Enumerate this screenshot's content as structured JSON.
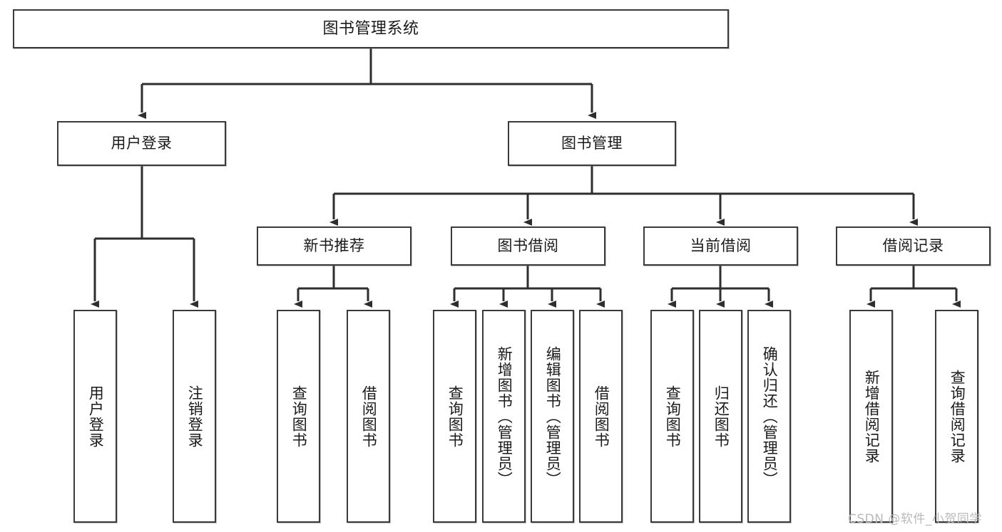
{
  "diagram": {
    "type": "tree",
    "title": "图书管理系统",
    "orientation": "top-down",
    "colors": {
      "box_border": "#3a3a3a",
      "box_fill": "#ffffff",
      "edge": "#3a3a3a",
      "text": "#1a1a1a",
      "watermark": "#b9b9b9"
    }
  },
  "watermark": {
    "text": "CSDN @软件_小贺同学"
  },
  "nodes": {
    "root": {
      "id": "root",
      "label": "图书管理系统",
      "level": 0,
      "orientation": "horizontal"
    },
    "l1_user_login": {
      "id": "l1_user_login",
      "label": "用户登录",
      "level": 1,
      "orientation": "horizontal",
      "parent": "root"
    },
    "l1_book_mgmt": {
      "id": "l1_book_mgmt",
      "label": "图书管理",
      "level": 1,
      "orientation": "horizontal",
      "parent": "root"
    },
    "l2_new_book_rec": {
      "id": "l2_new_book_rec",
      "label": "新书推荐",
      "level": 2,
      "orientation": "horizontal",
      "parent": "l1_book_mgmt"
    },
    "l2_book_borrow": {
      "id": "l2_book_borrow",
      "label": "图书借阅",
      "level": 2,
      "orientation": "horizontal",
      "parent": "l1_book_mgmt"
    },
    "l2_current_borrow": {
      "id": "l2_current_borrow",
      "label": "当前借阅",
      "level": 2,
      "orientation": "horizontal",
      "parent": "l1_book_mgmt"
    },
    "l2_borrow_record": {
      "id": "l2_borrow_record",
      "label": "借阅记录",
      "level": 2,
      "orientation": "horizontal",
      "parent": "l1_book_mgmt"
    },
    "leaf_user_login": {
      "id": "leaf_user_login",
      "label": "用户登录",
      "level": 2,
      "orientation": "vertical",
      "parent": "l1_user_login"
    },
    "leaf_user_logout": {
      "id": "leaf_user_logout",
      "label": "注销登录",
      "level": 2,
      "orientation": "vertical",
      "parent": "l1_user_login"
    },
    "leaf_rec_query_book": {
      "id": "leaf_rec_query_book",
      "label": "查询图书",
      "level": 3,
      "orientation": "vertical",
      "parent": "l2_new_book_rec"
    },
    "leaf_rec_borrow_book": {
      "id": "leaf_rec_borrow_book",
      "label": "借阅图书",
      "level": 3,
      "orientation": "vertical",
      "parent": "l2_new_book_rec"
    },
    "leaf_bb_query_book": {
      "id": "leaf_bb_query_book",
      "label": "查询图书",
      "level": 3,
      "orientation": "vertical",
      "parent": "l2_book_borrow"
    },
    "leaf_bb_add_book": {
      "id": "leaf_bb_add_book",
      "label": "新增图书（管理员）",
      "level": 3,
      "orientation": "vertical",
      "parent": "l2_book_borrow"
    },
    "leaf_bb_edit_book": {
      "id": "leaf_bb_edit_book",
      "label": "编辑图书（管理员）",
      "level": 3,
      "orientation": "vertical",
      "parent": "l2_book_borrow"
    },
    "leaf_bb_borrow_book": {
      "id": "leaf_bb_borrow_book",
      "label": "借阅图书",
      "level": 3,
      "orientation": "vertical",
      "parent": "l2_book_borrow"
    },
    "leaf_cb_query_book": {
      "id": "leaf_cb_query_book",
      "label": "查询图书",
      "level": 3,
      "orientation": "vertical",
      "parent": "l2_current_borrow"
    },
    "leaf_cb_return_book": {
      "id": "leaf_cb_return_book",
      "label": "归还图书",
      "level": 3,
      "orientation": "vertical",
      "parent": "l2_current_borrow"
    },
    "leaf_cb_confirm_return": {
      "id": "leaf_cb_confirm_return",
      "label": "确认归还（管理员）",
      "level": 3,
      "orientation": "vertical",
      "parent": "l2_current_borrow"
    },
    "leaf_br_add_record": {
      "id": "leaf_br_add_record",
      "label": "新增借阅记录",
      "level": 3,
      "orientation": "vertical",
      "parent": "l2_borrow_record"
    },
    "leaf_br_query_record": {
      "id": "leaf_br_query_record",
      "label": "查询借阅记录",
      "level": 3,
      "orientation": "vertical",
      "parent": "l2_borrow_record"
    }
  },
  "edges": [
    {
      "from": "root",
      "to": "l1_user_login"
    },
    {
      "from": "root",
      "to": "l1_book_mgmt"
    },
    {
      "from": "l1_user_login",
      "to": "leaf_user_login"
    },
    {
      "from": "l1_user_login",
      "to": "leaf_user_logout"
    },
    {
      "from": "l1_book_mgmt",
      "to": "l2_new_book_rec"
    },
    {
      "from": "l1_book_mgmt",
      "to": "l2_book_borrow"
    },
    {
      "from": "l1_book_mgmt",
      "to": "l2_current_borrow"
    },
    {
      "from": "l1_book_mgmt",
      "to": "l2_borrow_record"
    },
    {
      "from": "l2_new_book_rec",
      "to": "leaf_rec_query_book"
    },
    {
      "from": "l2_new_book_rec",
      "to": "leaf_rec_borrow_book"
    },
    {
      "from": "l2_book_borrow",
      "to": "leaf_bb_query_book"
    },
    {
      "from": "l2_book_borrow",
      "to": "leaf_bb_add_book"
    },
    {
      "from": "l2_book_borrow",
      "to": "leaf_bb_edit_book"
    },
    {
      "from": "l2_book_borrow",
      "to": "leaf_bb_borrow_book"
    },
    {
      "from": "l2_current_borrow",
      "to": "leaf_cb_query_book"
    },
    {
      "from": "l2_current_borrow",
      "to": "leaf_cb_return_book"
    },
    {
      "from": "l2_current_borrow",
      "to": "leaf_cb_confirm_return"
    },
    {
      "from": "l2_borrow_record",
      "to": "leaf_br_add_record"
    },
    {
      "from": "l2_borrow_record",
      "to": "leaf_br_query_record"
    }
  ]
}
